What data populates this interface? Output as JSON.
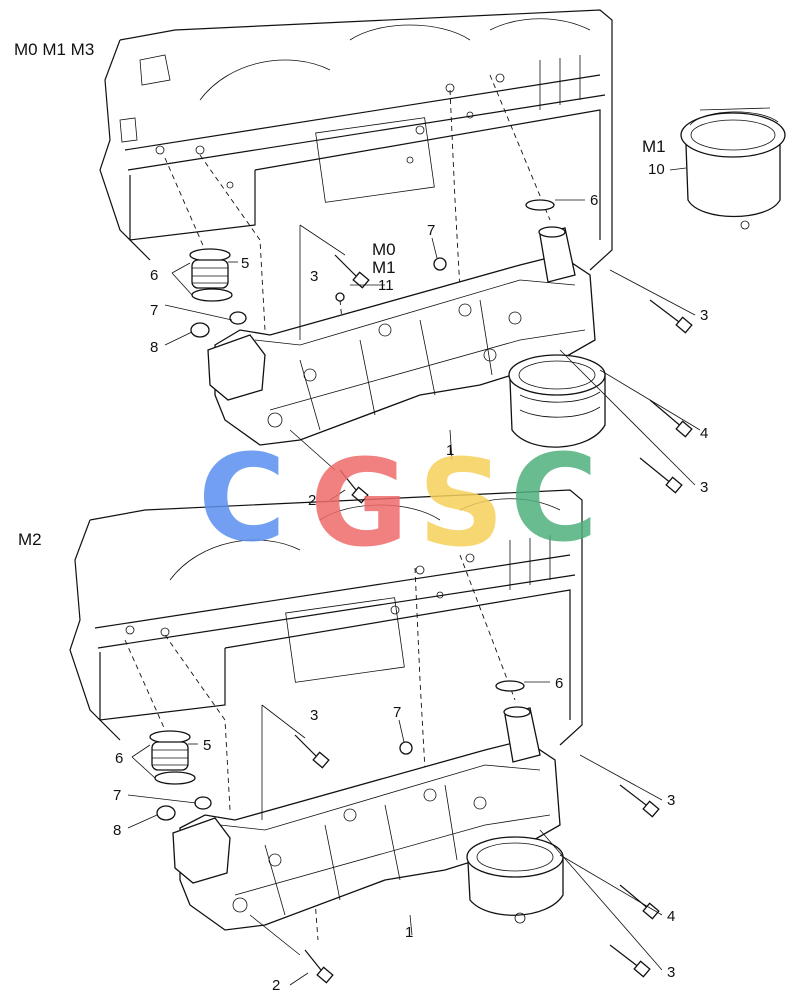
{
  "diagram": {
    "upper_variant_label": "M0 M1 M3",
    "lower_variant_label": "M2",
    "inset_label_m1": "M1",
    "inset_callout_10": "10",
    "variant_m0_label": "M0",
    "variant_m1_label": "M1",
    "callout_11": "11",
    "upper_callouts": {
      "c1": "1",
      "c2": "2",
      "c3a": "3",
      "c3b": "3",
      "c3c": "3",
      "c4": "4",
      "c5": "5",
      "c6a": "6",
      "c6b": "6",
      "c7a": "7",
      "c7b": "7",
      "c8": "8"
    },
    "lower_callouts": {
      "c1": "1",
      "c2": "2",
      "c3a": "3",
      "c3b": "3",
      "c3c": "3",
      "c4": "4",
      "c5": "5",
      "c6a": "6",
      "c6b": "6",
      "c7a": "7",
      "c7b": "7",
      "c8": "8"
    }
  },
  "watermark": {
    "letters": [
      "C",
      "G",
      "S",
      "C"
    ],
    "colors": [
      "#5b8ff0",
      "#ef6b6b",
      "#f5d15a",
      "#4fb07d"
    ]
  }
}
